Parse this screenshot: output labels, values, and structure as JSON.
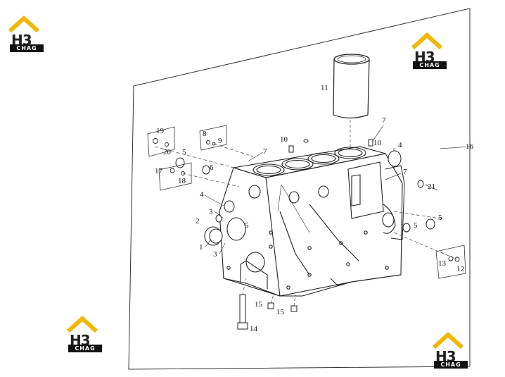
{
  "logos": [
    {
      "brand": "H3",
      "sub": "CHAG"
    },
    {
      "brand": "H3",
      "sub": "CHAG"
    },
    {
      "brand": "H3",
      "sub": "CHAG"
    },
    {
      "brand": "H3",
      "sub": "CHAG"
    }
  ],
  "callouts": [
    "1",
    "2",
    "3",
    "3",
    "4",
    "4",
    "5",
    "5",
    "5",
    "5",
    "6",
    "7",
    "7",
    "7",
    "8",
    "9",
    "10",
    "10",
    "11",
    "12",
    "13",
    "14",
    "15",
    "15",
    "16",
    "17",
    "18",
    "19",
    "20",
    "21"
  ]
}
